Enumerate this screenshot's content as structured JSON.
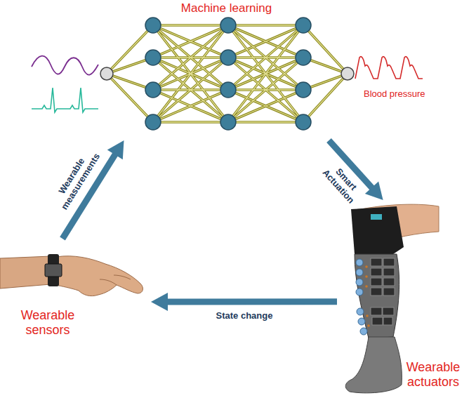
{
  "diagram": {
    "nodes": [
      {
        "text": [
          "Machine learning"
        ]
      },
      {
        "text": [
          "Wearable sensors"
        ]
      },
      {
        "text": [
          "Wearable actuators"
        ]
      }
    ],
    "edges": [
      {
        "from": 1,
        "to": 0,
        "label": "Wearable measurements",
        "arrow": "to"
      },
      {
        "from": 0,
        "to": 2,
        "label": "Smart Actuation",
        "arrow": "to"
      },
      {
        "from": 2,
        "to": 1,
        "label": "State change",
        "arrow": "to"
      }
    ],
    "labels": [
      "Blood pressure"
    ]
  }
}
